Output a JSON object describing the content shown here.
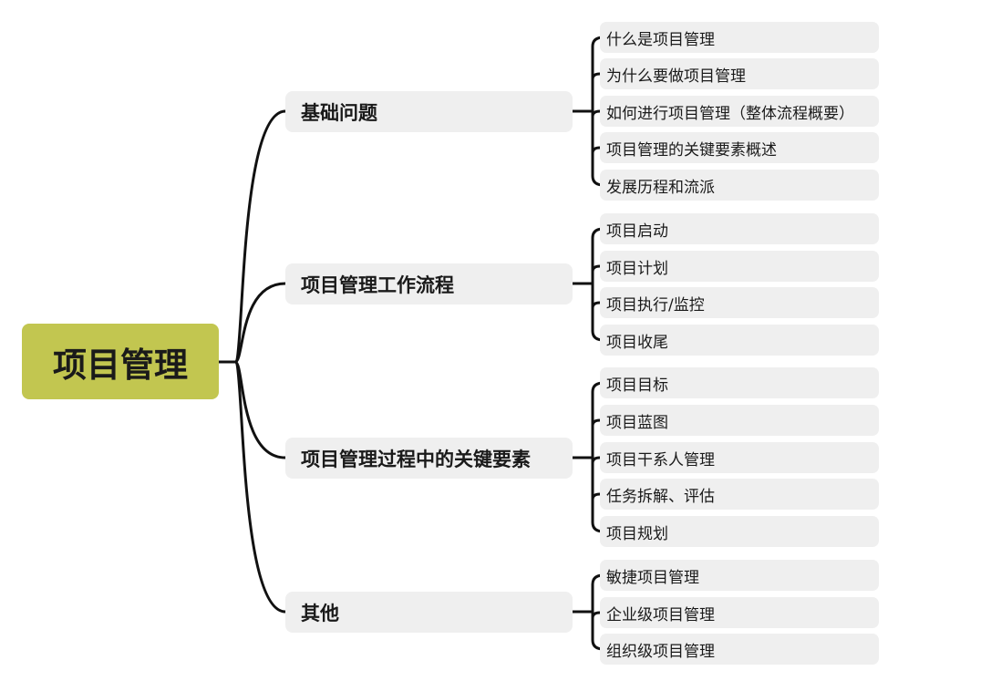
{
  "root": {
    "label": "项目管理",
    "color": "#c2c650"
  },
  "branches": [
    {
      "label": "基础问题",
      "children": [
        "什么是项目管理",
        "为什么要做项目管理",
        "如何进行项目管理（整体流程概要）",
        "项目管理的关键要素概述",
        "发展历程和流派"
      ]
    },
    {
      "label": "项目管理工作流程",
      "children": [
        "项目启动",
        "项目计划",
        "项目执行/监控",
        "项目收尾"
      ]
    },
    {
      "label": "项目管理过程中的关键要素",
      "children": [
        "项目目标",
        "项目蓝图",
        "项目干系人管理",
        "任务拆解、评估",
        "项目规划"
      ]
    },
    {
      "label": "其他",
      "children": [
        "敏捷项目管理",
        "企业级项目管理",
        "组织级项目管理"
      ]
    }
  ]
}
